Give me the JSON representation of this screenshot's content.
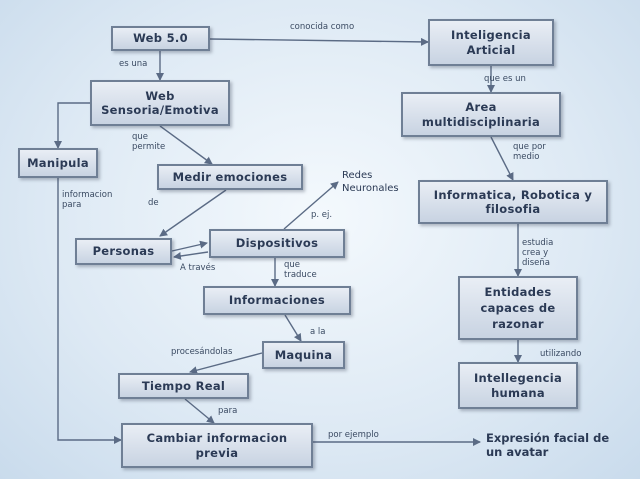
{
  "nodes": {
    "web50": "Web 5.0",
    "ia": "Inteligencia Articial",
    "web_sensorial": "Web Sensoria/Emotiva",
    "area": "Area multidisciplinaria",
    "manipula": "Manipula",
    "medir": "Medir emociones",
    "redes": "Redes Neuronales",
    "informatica": "Informatica, Robotica y filosofia",
    "personas": "Personas",
    "dispositivos": "Dispositivos",
    "informaciones": "Informaciones",
    "entidades": "Entidades capaces de razonar",
    "maquina": "Maquina",
    "tiempo_real": "Tiempo Real",
    "inteligencia_humana": "Intellegencia humana",
    "cambiar": "Cambiar informacion previa",
    "expresion": "Expresión facial de un avatar"
  },
  "labels": {
    "conocida": "conocida como",
    "es_una": "es una",
    "que_es_un": "que es un",
    "que_permite": "que permite",
    "que_por_medio": "que por medio",
    "informacion_para": "informacion para",
    "de": "de",
    "pej": "p. ej.",
    "estudia": "estudia crea y diseña",
    "a_traves": "A través",
    "que_traduce": "que traduce",
    "a_la": "a la",
    "procesandolas": "procesándolas",
    "utilizando": "utilizando",
    "para": "para",
    "por_ejemplo": "por ejemplo"
  }
}
